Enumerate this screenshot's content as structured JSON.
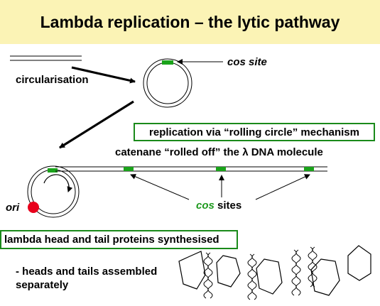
{
  "title": "Lambda replication – the lytic pathway",
  "labels": {
    "cos_site": "cos site",
    "circularisation": "circularisation",
    "replication_box": "replication via “rolling circle” mechanism",
    "catenane": "catenane “rolled off” the λ DNA molecule",
    "ori": "ori",
    "cos_sites_prefix": "cos",
    "cos_sites_suffix": " sites",
    "proteins_box": "lambda head and tail proteins synthesised",
    "assembled": "- heads and tails assembled\nseparately"
  },
  "colors": {
    "title_bg": "#fbf3b5",
    "cos_green": "#1aa31a",
    "box_border": "#1a8a1a",
    "ori_red": "#e8001c"
  }
}
